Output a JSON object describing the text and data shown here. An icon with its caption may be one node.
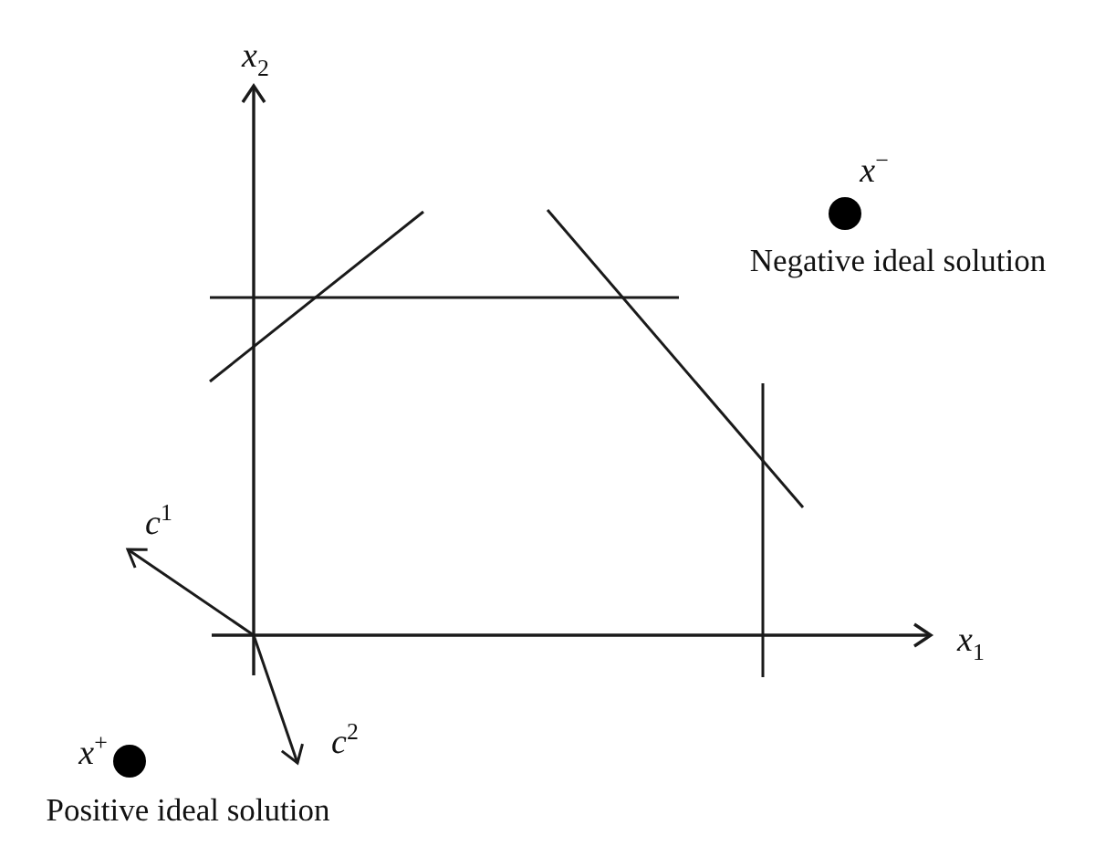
{
  "diagram": {
    "labels": [
      "*x*$_{2}$",
      "*x*$^{−}$",
      "Negative ideal solution",
      "*c*$^{1}$",
      "*x*$_{1}$",
      "*c*$^{2}$",
      "*x*$^{+}$",
      "Positive ideal solution"
    ]
  }
}
